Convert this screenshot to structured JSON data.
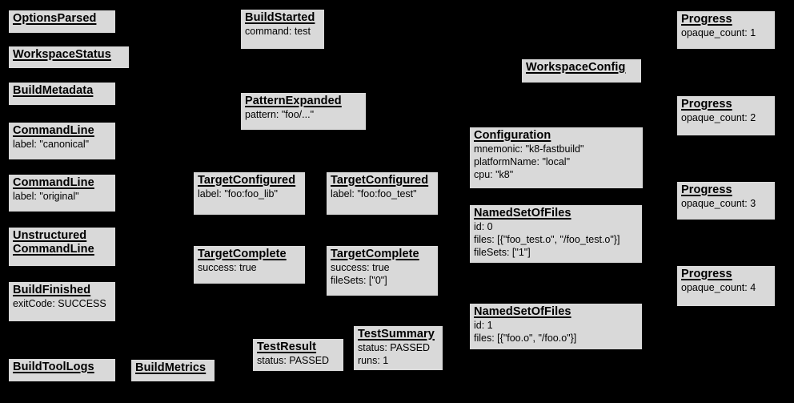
{
  "diagram": {
    "background_color": "#000000",
    "node_fill_color": "#d9d9d9",
    "node_border_color": "#000000",
    "node_text_color": "#000000"
  },
  "nodes": [
    {
      "id": "options-parsed",
      "title": "OptionsParsed",
      "lines": []
    },
    {
      "id": "workspace-status",
      "title": "WorkspaceStatus",
      "lines": []
    },
    {
      "id": "build-metadata",
      "title": "BuildMetadata",
      "lines": []
    },
    {
      "id": "command-line-canonical",
      "title": "CommandLine",
      "lines": [
        "label: \"canonical\""
      ]
    },
    {
      "id": "command-line-original",
      "title": "CommandLine",
      "lines": [
        "label: \"original\""
      ]
    },
    {
      "id": "unstructured-command-line",
      "title": "Unstructured CommandLine",
      "lines": []
    },
    {
      "id": "build-finished",
      "title": "BuildFinished",
      "lines": [
        "exitCode: SUCCESS"
      ]
    },
    {
      "id": "build-tool-logs",
      "title": "BuildToolLogs",
      "lines": []
    },
    {
      "id": "build-metrics",
      "title": "BuildMetrics",
      "lines": []
    },
    {
      "id": "build-started",
      "title": "BuildStarted",
      "lines": [
        "command: test"
      ]
    },
    {
      "id": "pattern-expanded",
      "title": "PatternExpanded",
      "lines": [
        "pattern: \"foo/...\""
      ]
    },
    {
      "id": "target-configured-foo-lib",
      "title": "TargetConfigured",
      "lines": [
        "label: \"foo:foo_lib\""
      ]
    },
    {
      "id": "target-configured-foo-test",
      "title": "TargetConfigured",
      "lines": [
        "label: \"foo:foo_test\""
      ]
    },
    {
      "id": "target-complete-lib",
      "title": "TargetComplete",
      "lines": [
        "success: true"
      ]
    },
    {
      "id": "target-complete-test",
      "title": "TargetComplete",
      "lines": [
        "success: true",
        "fileSets: [\"0\"]"
      ]
    },
    {
      "id": "test-result",
      "title": "TestResult",
      "lines": [
        "status: PASSED"
      ]
    },
    {
      "id": "test-summary",
      "title": "TestSummary",
      "lines": [
        "status: PASSED",
        "runs: 1"
      ]
    },
    {
      "id": "workspace-config",
      "title": "WorkspaceConfig",
      "lines": []
    },
    {
      "id": "configuration",
      "title": "Configuration",
      "lines": [
        "mnemonic: \"k8-fastbuild\"",
        "platformName: \"local\"",
        "cpu: \"k8\""
      ]
    },
    {
      "id": "named-set-of-files-0",
      "title": "NamedSetOfFiles",
      "lines": [
        "id: 0",
        "files: [{\"foo_test.o\", \"/foo_test.o\"}]",
        "fileSets: [\"1\"]"
      ]
    },
    {
      "id": "named-set-of-files-1",
      "title": "NamedSetOfFiles",
      "lines": [
        "id: 1",
        "files: [{\"foo.o\", \"/foo.o\"}]"
      ]
    },
    {
      "id": "progress-1",
      "title": "Progress",
      "lines": [
        "opaque_count: 1"
      ]
    },
    {
      "id": "progress-2",
      "title": "Progress",
      "lines": [
        "opaque_count: 2"
      ]
    },
    {
      "id": "progress-3",
      "title": "Progress",
      "lines": [
        "opaque_count: 3"
      ]
    },
    {
      "id": "progress-4",
      "title": "Progress",
      "lines": [
        "opaque_count: 4"
      ]
    }
  ]
}
